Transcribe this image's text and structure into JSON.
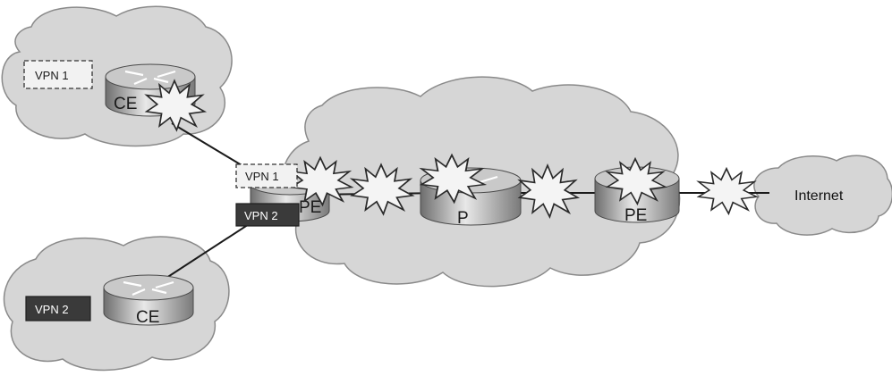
{
  "labels": {
    "vpn1_site": "VPN 1",
    "vpn2_site": "VPN 2",
    "vpn1_pe": "VPN 1",
    "vpn2_pe": "VPN 2",
    "ce_top": "CE",
    "ce_bottom": "CE",
    "pe_left": "PE",
    "p_core": "P",
    "pe_right": "PE",
    "internet": "Internet"
  },
  "colors": {
    "cloud": "#d6d6d6",
    "vpn1": "#f2f2f2",
    "vpn2": "#3a3a3a"
  }
}
